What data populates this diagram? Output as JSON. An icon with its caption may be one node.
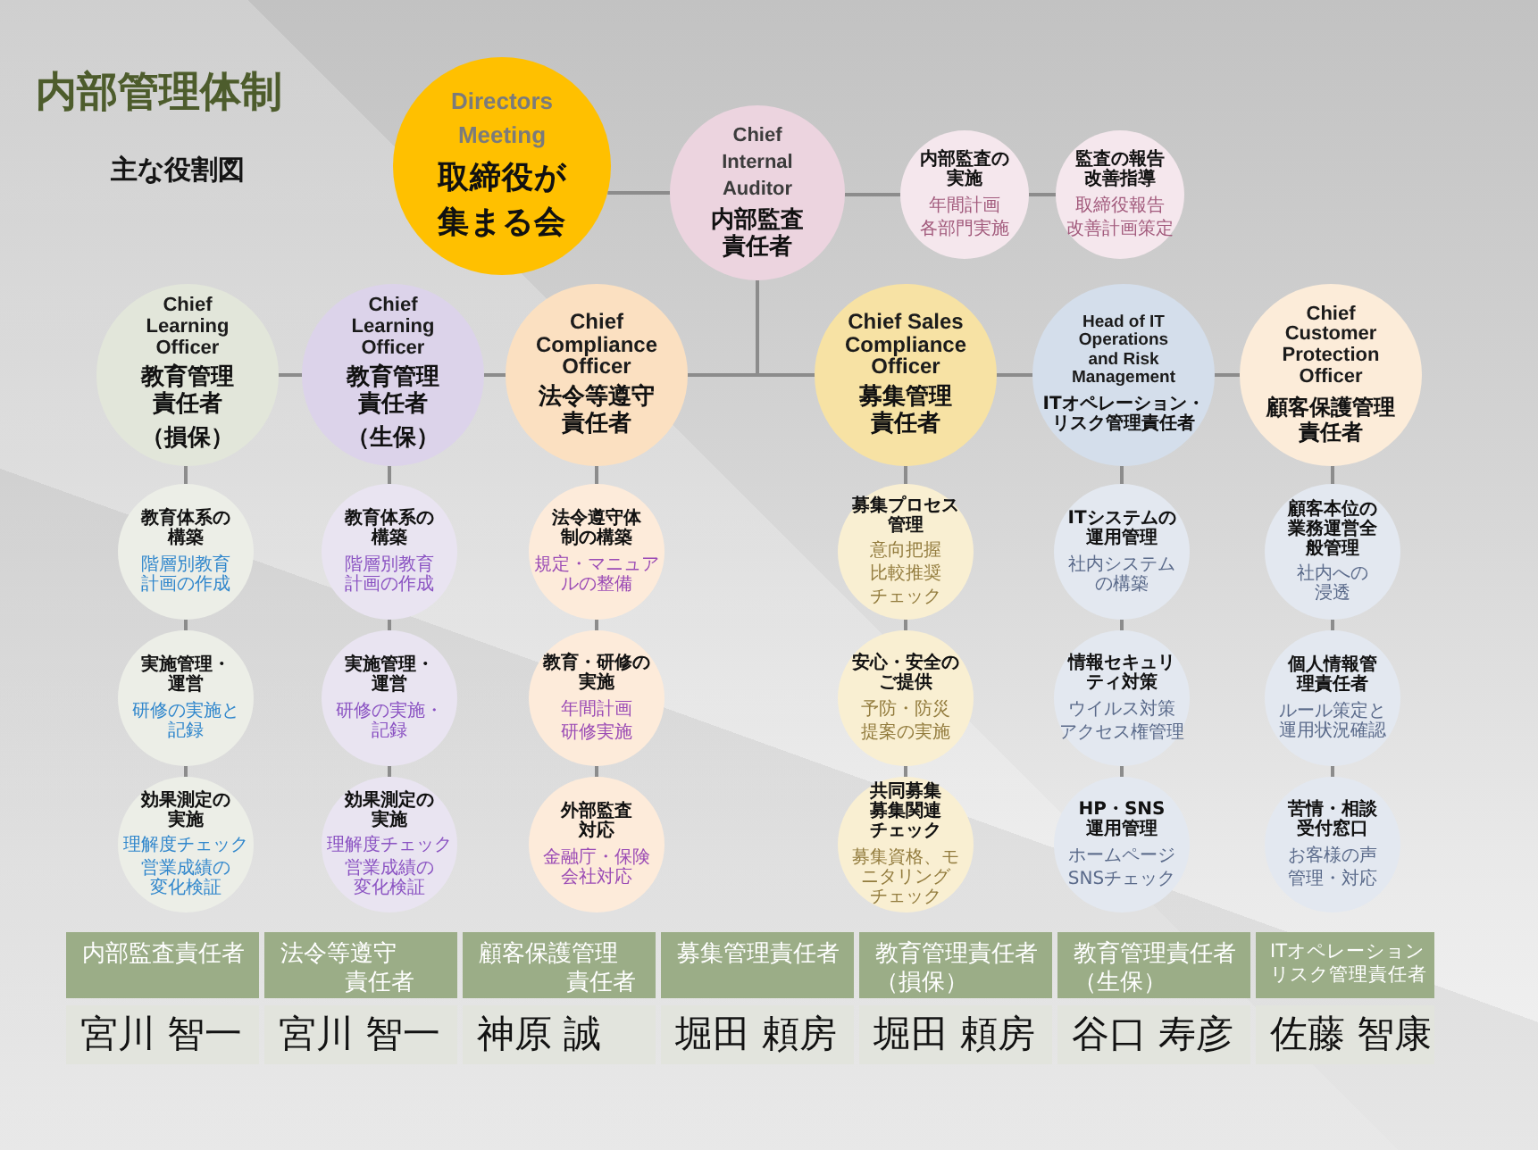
{
  "diagram": {
    "title": "内部管理体制",
    "nodes": [
      {
        "text": [
          "Directors Meeting",
          "取締役が集まる会"
        ]
      },
      {
        "text": [
          "Chief Internal Auditor",
          "内部監査責任者"
        ]
      },
      {
        "text": [
          "内部監査の実施",
          "年間計画",
          "各部門実施"
        ]
      },
      {
        "text": [
          "監査の報告改善指導",
          "取締役報告",
          "改善計画策定"
        ]
      },
      {
        "text": [
          "Chief Learning Officer",
          "教育管理責任者",
          "（損保）"
        ]
      },
      {
        "text": [
          "Chief Learning Officer",
          "教育管理責任者",
          "（生保）"
        ]
      },
      {
        "text": [
          "Chief Compliance Officer",
          "法令等遵守責任者"
        ]
      },
      {
        "text": [
          "Chief Sales Compliance Officer",
          "募集管理責任者"
        ]
      },
      {
        "text": [
          "Head of IT Operations and Risk Management",
          "ITオペレーション・リスク管理責任者"
        ]
      },
      {
        "text": [
          "Chief Customer Protection Officer",
          "顧客保護管理責任者"
        ]
      },
      {
        "text": [
          "教育体系の構築",
          "階層別教育計画の作成"
        ]
      },
      {
        "text": [
          "教育体系の構築",
          "階層別教育計画の作成"
        ]
      },
      {
        "text": [
          "法令遵守体制の構築",
          "規定・マニュアルの整備"
        ]
      },
      {
        "text": [
          "募集プロセス管理",
          "意向把握",
          "比較推奨",
          "チェック"
        ]
      },
      {
        "text": [
          "ITシステムの運用管理",
          "社内システムの構築"
        ]
      },
      {
        "text": [
          "顧客本位の業務運営全般管理",
          "社内への浸透"
        ]
      },
      {
        "text": [
          "実施管理・運営",
          "研修の実施と記録"
        ]
      },
      {
        "text": [
          "実施管理・運営",
          "研修の実施・記録"
        ]
      },
      {
        "text": [
          "教育・研修の実施",
          "年間計画",
          "研修実施"
        ]
      },
      {
        "text": [
          "安心・安全のご提供",
          "予防・防災",
          "提案の実施"
        ]
      },
      {
        "text": [
          "情報セキュリティ対策",
          "ウイルス対策",
          "アクセス権管理"
        ]
      },
      {
        "text": [
          "個人情報管理責任者",
          "ルール策定と運用状況確認"
        ]
      },
      {
        "text": [
          "効果測定の実施",
          "理解度チェック",
          "営業成績の変化検証"
        ]
      },
      {
        "text": [
          "効果測定の実施",
          "理解度チェック",
          "営業成績の変化検証"
        ]
      },
      {
        "text": [
          "外部監査対応",
          "金融庁・保険会社対応"
        ]
      },
      {
        "text": [
          "共同募集募集関連チェック",
          "募集資格、モニタリングチェック"
        ]
      },
      {
        "text": [
          "HP・SNS運用管理",
          "ホームページ",
          "SNSチェック"
        ]
      },
      {
        "text": [
          "苦情・相談受付窓口",
          "お客様の声",
          "管理・対応"
        ]
      }
    ],
    "edges": [
      {
        "from": 0,
        "to": 1,
        "arrow": "none"
      },
      {
        "from": 1,
        "to": 2,
        "arrow": "none"
      },
      {
        "from": 2,
        "to": 3,
        "arrow": "none"
      },
      {
        "from": 1,
        "to": 6,
        "arrow": "none"
      },
      {
        "from": 1,
        "to": 7,
        "arrow": "none"
      },
      {
        "from": 4,
        "to": 5,
        "arrow": "none"
      },
      {
        "from": 5,
        "to": 6,
        "arrow": "none"
      },
      {
        "from": 7,
        "to": 8,
        "arrow": "none"
      },
      {
        "from": 8,
        "to": 9,
        "arrow": "none"
      },
      {
        "from": 4,
        "to": 10,
        "arrow": "none"
      },
      {
        "from": 5,
        "to": 11,
        "arrow": "none"
      },
      {
        "from": 6,
        "to": 12,
        "arrow": "none"
      },
      {
        "from": 7,
        "to": 13,
        "arrow": "none"
      },
      {
        "from": 8,
        "to": 14,
        "arrow": "none"
      },
      {
        "from": 9,
        "to": 15,
        "arrow": "none"
      },
      {
        "from": 10,
        "to": 16,
        "arrow": "none"
      },
      {
        "from": 11,
        "to": 17,
        "arrow": "none"
      },
      {
        "from": 12,
        "to": 18,
        "arrow": "none"
      },
      {
        "from": 13,
        "to": 19,
        "arrow": "none"
      },
      {
        "from": 14,
        "to": 20,
        "arrow": "none"
      },
      {
        "from": 15,
        "to": 21,
        "arrow": "none"
      },
      {
        "from": 16,
        "to": 22,
        "arrow": "none"
      },
      {
        "from": 17,
        "to": 23,
        "arrow": "none"
      },
      {
        "from": 18,
        "to": 24,
        "arrow": "none"
      },
      {
        "from": 19,
        "to": 25,
        "arrow": "none"
      },
      {
        "from": 20,
        "to": 26,
        "arrow": "none"
      },
      {
        "from": 21,
        "to": 27,
        "arrow": "none"
      }
    ],
    "labels": [
      "主な役割図",
      "内部監査責任者",
      "法令等遵守責任者",
      "顧客保護管理責任者",
      "募集管理責任者",
      "教育管理責任者（損保）",
      "教育管理責任者（生保）",
      "ITオペレーションリスク管理責任者",
      "宮川 智一",
      "宮川 智一",
      "神原 誠",
      "堀田 頼房",
      "堀田 頼房",
      "谷口 寿彦",
      "佐藤 智康"
    ]
  }
}
